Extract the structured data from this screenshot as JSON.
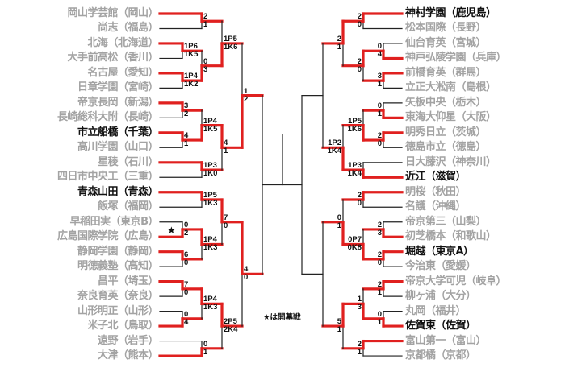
{
  "colors": {
    "winner_line": "#e0201f",
    "line": "#222222",
    "eliminated_text": "#a3a3a3",
    "active_text": "#111111"
  },
  "note": "★は開幕戦",
  "opening_match_marker": "★",
  "left_teams": [
    {
      "name": "岡山学芸館（岡山）",
      "bold": false
    },
    {
      "name": "尚志（福島）",
      "bold": false
    },
    {
      "name": "北海（北海道）",
      "bold": false
    },
    {
      "name": "大手前高松（香川）",
      "bold": false
    },
    {
      "name": "名古屋（愛知）",
      "bold": false
    },
    {
      "name": "日章学園（宮崎）",
      "bold": false
    },
    {
      "name": "帝京長岡（新潟）",
      "bold": false
    },
    {
      "name": "長崎総科大附（長崎）",
      "bold": false
    },
    {
      "name": "市立船橋（千葉）",
      "bold": true
    },
    {
      "name": "高川学園（山口）",
      "bold": false
    },
    {
      "name": "星稜（石川）",
      "bold": false
    },
    {
      "name": "四日市中央工（三重）",
      "bold": false
    },
    {
      "name": "青森山田（青森）",
      "bold": true
    },
    {
      "name": "飯塚（福岡）",
      "bold": false
    },
    {
      "name": "早稲田実（東京B）",
      "bold": false
    },
    {
      "name": "広島国際学院（広島）",
      "bold": false
    },
    {
      "name": "静岡学園（静岡）",
      "bold": false
    },
    {
      "name": "明徳義塾（高知）",
      "bold": false
    },
    {
      "name": "昌平（埼玉）",
      "bold": false
    },
    {
      "name": "奈良育英（奈良）",
      "bold": false
    },
    {
      "name": "山形明正（山形）",
      "bold": false
    },
    {
      "name": "米子北（鳥取）",
      "bold": false
    },
    {
      "name": "遠野（岩手）",
      "bold": false
    },
    {
      "name": "大津（熊本）",
      "bold": false
    }
  ],
  "right_teams": [
    {
      "name": "神村学園（鹿児島）",
      "bold": true
    },
    {
      "name": "松本国際（長野）",
      "bold": false
    },
    {
      "name": "仙台育英（宮城）",
      "bold": false
    },
    {
      "name": "神戸弘陵学園（兵庫）",
      "bold": false
    },
    {
      "name": "前橋育英（群馬）",
      "bold": false
    },
    {
      "name": "立正大淞南（島根）",
      "bold": false
    },
    {
      "name": "矢板中央（栃木）",
      "bold": false
    },
    {
      "name": "東海大仰星（大阪）",
      "bold": false
    },
    {
      "name": "明秀日立（茨城）",
      "bold": false
    },
    {
      "name": "徳島市立（徳島）",
      "bold": false
    },
    {
      "name": "日大藤沢（神奈川）",
      "bold": false
    },
    {
      "name": "近江（滋賀）",
      "bold": true
    },
    {
      "name": "明桜（秋田）",
      "bold": false
    },
    {
      "name": "名護（沖縄）",
      "bold": false
    },
    {
      "name": "帝京第三（山梨）",
      "bold": false
    },
    {
      "name": "初芝橋本（和歌山）",
      "bold": false
    },
    {
      "name": "堀越（東京A）",
      "bold": true
    },
    {
      "name": "今治東（愛媛）",
      "bold": false
    },
    {
      "name": "帝京大学可児（岐阜）",
      "bold": false
    },
    {
      "name": "柳ヶ浦（大分）",
      "bold": false
    },
    {
      "name": "丸岡（福井）",
      "bold": false
    },
    {
      "name": "佐賀東（佐賀）",
      "bold": true
    },
    {
      "name": "富山第一（富山）",
      "bold": false
    },
    {
      "name": "京都橘（京都）",
      "bold": false
    }
  ],
  "left_bracket": {
    "s": null,
    "w": null,
    "c": [
      {
        "s": [
          "1",
          "2"
        ],
        "w": 1,
        "c": [
          {
            "s": [
              "1P5",
              "1K6"
            ],
            "w": 1,
            "c": [
              {
                "s": [
                  "2",
                  "1"
                ],
                "w": 0,
                "c": [
                  0,
                  1
                ]
              },
              {
                "s": [
                  "0",
                  "3"
                ],
                "w": 1,
                "c": [
                  {
                    "s": [
                      "1P6",
                      "1K5"
                    ],
                    "w": 0,
                    "c": [
                      2,
                      3
                    ]
                  },
                  {
                    "s": [
                      "1P4",
                      "1K2"
                    ],
                    "w": 0,
                    "c": [
                      4,
                      5
                    ]
                  }
                ]
              }
            ]
          },
          {
            "s": [
              "4",
              "1"
            ],
            "w": 0,
            "c": [
              {
                "s": [
                  "1P4",
                  "1K5"
                ],
                "w": 1,
                "c": [
                  {
                    "s": [
                      "3",
                      "2"
                    ],
                    "w": 0,
                    "c": [
                      6,
                      7
                    ]
                  },
                  {
                    "s": [
                      "4",
                      "1"
                    ],
                    "w": 0,
                    "c": [
                      8,
                      9
                    ]
                  }
                ]
              },
              {
                "s": [
                  "1P3",
                  "1K0"
                ],
                "w": 0,
                "c": [
                  10,
                  11
                ]
              }
            ]
          }
        ]
      },
      {
        "s": [
          "4",
          "0"
        ],
        "w": 0,
        "c": [
          {
            "s": [
              "7",
              "0"
            ],
            "w": 0,
            "c": [
              {
                "s": [
                  "1P5",
                  "1K3"
                ],
                "w": 0,
                "c": [
                  12,
                  13
                ]
              },
              {
                "s": [
                  "1P4",
                  "1K3"
                ],
                "w": 0,
                "c": [
                  {
                    "s": [
                      "0",
                      "2"
                    ],
                    "w": 1,
                    "c": [
                      14,
                      15
                    ]
                  },
                  {
                    "s": [
                      "6",
                      "0"
                    ],
                    "w": 0,
                    "c": [
                      16,
                      17
                    ]
                  }
                ]
              }
            ]
          },
          {
            "s": [
              "2P5",
              "2K4"
            ],
            "w": 0,
            "c": [
              {
                "s": [
                  "1P4",
                  "1K3"
                ],
                "w": 0,
                "c": [
                  {
                    "s": [
                      "7",
                      "0"
                    ],
                    "w": 0,
                    "c": [
                      18,
                      19
                    ]
                  },
                  {
                    "s": [
                      "0",
                      "4"
                    ],
                    "w": 1,
                    "c": [
                      20,
                      21
                    ]
                  }
                ]
              },
              {
                "s": [
                  "0",
                  "1"
                ],
                "w": 1,
                "c": [
                  22,
                  23
                ]
              }
            ]
          }
        ]
      }
    ]
  },
  "right_bracket": {
    "s": null,
    "w": null,
    "c": [
      {
        "s": null,
        "w": null,
        "c": [
          {
            "s": [
              "2",
              "1"
            ],
            "w": 0,
            "c": [
              {
                "s": [
                  "2",
                  "0"
                ],
                "w": 0,
                "c": [
                  0,
                  1
                ]
              },
              {
                "s": [
                  "2",
                  "0"
                ],
                "w": 0,
                "c": [
                  {
                    "s": [
                      "0",
                      "4"
                    ],
                    "w": 1,
                    "c": [
                      2,
                      3
                    ]
                  },
                  {
                    "s": [
                      "3",
                      "1"
                    ],
                    "w": 0,
                    "c": [
                      4,
                      5
                    ]
                  }
                ]
              }
            ]
          },
          {
            "s": [
              "1P2",
              "1K4"
            ],
            "w": 1,
            "c": [
              {
                "s": [
                  "1P5",
                  "1K6"
                ],
                "w": 1,
                "c": [
                  {
                    "s": [
                      "0",
                      "1"
                    ],
                    "w": 1,
                    "c": [
                      6,
                      7
                    ]
                  },
                  {
                    "s": [
                      "2",
                      "0"
                    ],
                    "w": 0,
                    "c": [
                      8,
                      9
                    ]
                  }
                ]
              },
              {
                "s": [
                  "1P3",
                  "1K4"
                ],
                "w": 1,
                "c": [
                  10,
                  11
                ]
              }
            ]
          }
        ]
      },
      {
        "s": null,
        "w": null,
        "c": [
          {
            "s": [
              "0",
              "1"
            ],
            "w": 1,
            "c": [
              {
                "s": [
                  "2",
                  "0"
                ],
                "w": 0,
                "c": [
                  12,
                  13
                ]
              },
              {
                "s": [
                  "0P7",
                  "0K8"
                ],
                "w": 1,
                "c": [
                  {
                    "s": [
                      "2",
                      "3"
                    ],
                    "w": 1,
                    "c": [
                      14,
                      15
                    ]
                  },
                  {
                    "s": [
                      "2",
                      "0"
                    ],
                    "w": 0,
                    "c": [
                      16,
                      17
                    ]
                  }
                ]
              }
            ]
          },
          {
            "s": [
              "5",
              "1"
            ],
            "w": 0,
            "c": [
              {
                "s": [
                  "1",
                  "3"
                ],
                "w": 1,
                "c": [
                  {
                    "s": [
                      "2",
                      "1"
                    ],
                    "w": 0,
                    "c": [
                      18,
                      19
                    ]
                  },
                  {
                    "s": [
                      "0",
                      "1"
                    ],
                    "w": 1,
                    "c": [
                      20,
                      21
                    ]
                  }
                ]
              },
              {
                "s": [
                  "2",
                  "1"
                ],
                "w": 0,
                "c": [
                  22,
                  23
                ]
              }
            ]
          }
        ]
      }
    ]
  }
}
